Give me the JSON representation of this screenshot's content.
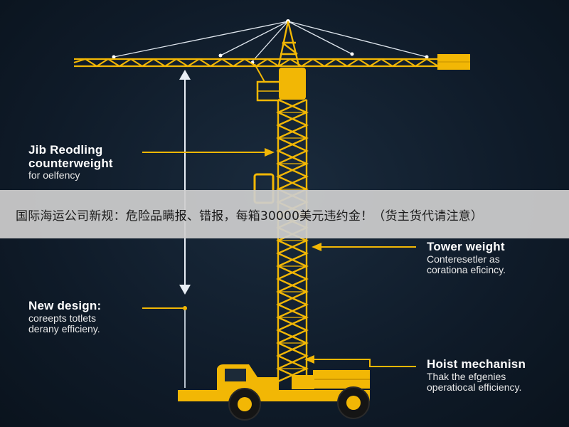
{
  "labels": {
    "jib": {
      "title_line1": "Jib Reodling",
      "title_line2": "counterweight",
      "subtitle": "for oelfency"
    },
    "tower": {
      "title": "Tower weight",
      "subtitle_line1": "Conteresetler as",
      "subtitle_line2": "corationa eficincy."
    },
    "new_design": {
      "title": "New design:",
      "subtitle_line1": "coreepts totlets",
      "subtitle_line2": "derany efficieny."
    },
    "hoist": {
      "title": "Hoist mechanisn",
      "subtitle_line1": "Thak the efgenies",
      "subtitle_line2": "operatiocal efficiency."
    }
  },
  "banner": {
    "text": "国际海运公司新规：危险品瞒报、错报，每箱30000美元违约金！（货主货代请注意）"
  },
  "colors": {
    "background": "#0f1b29",
    "crane": "#f2b705",
    "banner": "#cdcdcd"
  }
}
